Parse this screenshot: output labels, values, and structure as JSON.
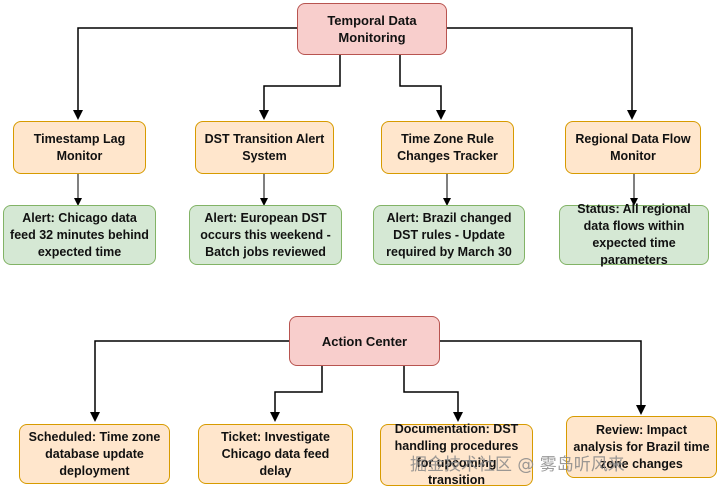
{
  "top": {
    "root": "Temporal Data Monitoring",
    "monitors": [
      "Timestamp Lag Monitor",
      "DST Transition Alert System",
      "Time Zone Rule Changes Tracker",
      "Regional Data Flow Monitor"
    ],
    "alerts": [
      "Alert: Chicago data feed 32 minutes behind expected time",
      "Alert: European DST occurs this weekend - Batch jobs reviewed",
      "Alert: Brazil changed DST rules - Update required by March 30",
      "Status: All regional data flows within expected time parameters"
    ]
  },
  "bottom": {
    "root": "Action Center",
    "actions": [
      "Scheduled: Time zone database update deployment",
      "Ticket: Investigate Chicago data feed delay",
      "Documentation: DST handling procedures for upcoming transition",
      "Review: Impact analysis for Brazil time zone changes"
    ]
  },
  "watermark": "掘金技术社区 @ 雾岛听风来"
}
